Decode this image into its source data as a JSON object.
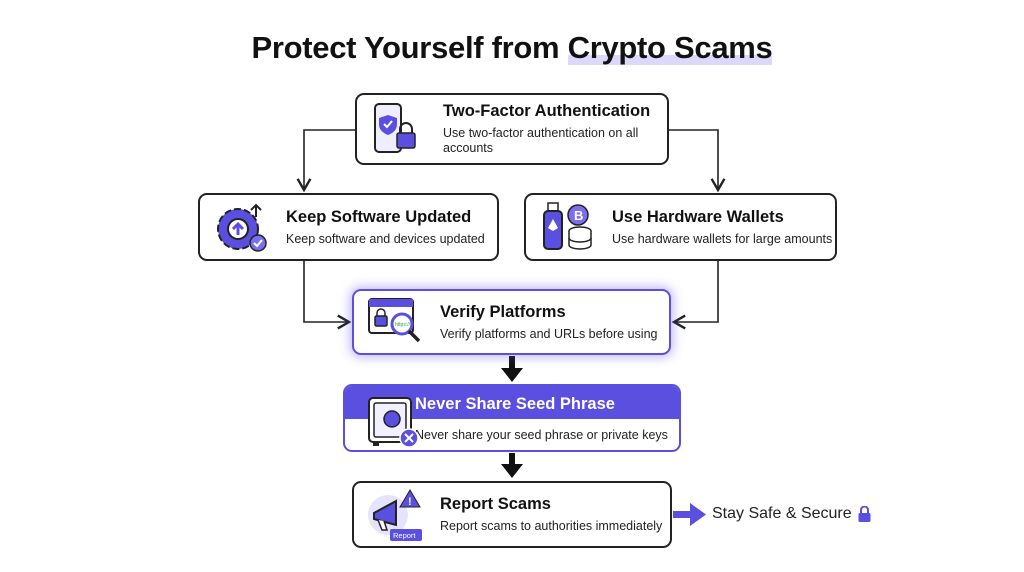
{
  "title": {
    "prefix": "Protect Yourself from ",
    "highlight": "Crypto Scams"
  },
  "steps": [
    {
      "title": "Two-Factor Authentication",
      "desc": "Use two-factor authentication on all accounts",
      "icon": "phone-lock-icon"
    },
    {
      "title": "Keep Software Updated",
      "desc": "Keep software and devices updated",
      "icon": "gear-update-icon"
    },
    {
      "title": "Use Hardware Wallets",
      "desc": "Use hardware wallets for large amounts",
      "icon": "hardware-wallet-icon"
    },
    {
      "title": "Verify Platforms",
      "desc": "Verify platforms and URLs before using",
      "icon": "browser-magnifier-icon",
      "icon_text": "https://"
    },
    {
      "title": "Never Share Seed Phrase",
      "desc": "Never share your seed phrase or private keys",
      "icon": "safe-icon"
    },
    {
      "title": "Report Scams",
      "desc": "Report scams to authorities immediately",
      "icon": "megaphone-icon",
      "icon_badge": "Report"
    }
  ],
  "outcome": {
    "label": "Stay Safe & Secure",
    "icon": "lock-icon"
  },
  "colors": {
    "accent": "#5b4fe0",
    "highlight": "#dcd8fb"
  }
}
